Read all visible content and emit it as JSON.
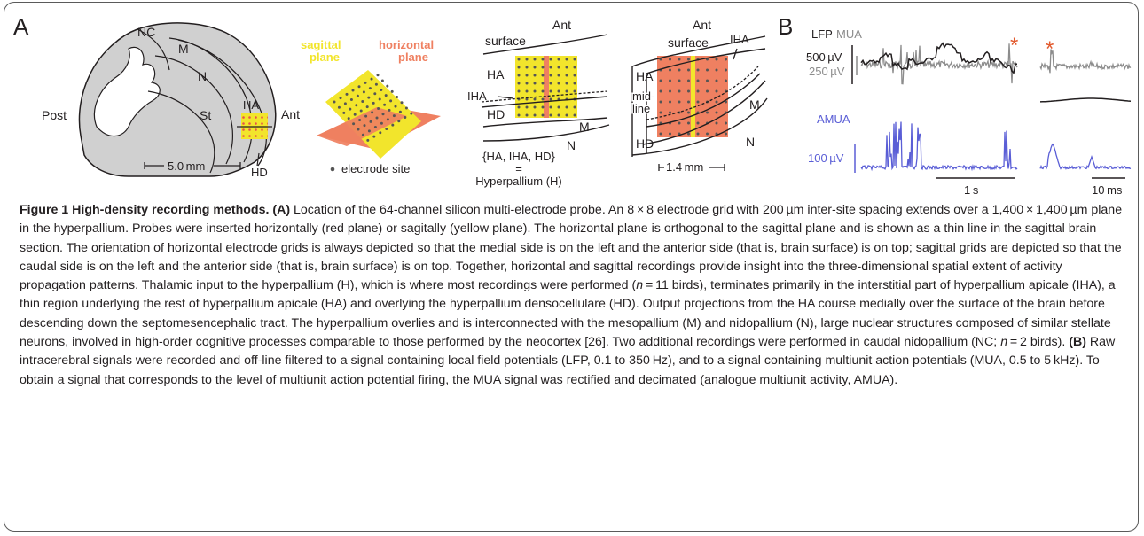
{
  "figure": {
    "panel_a": {
      "letter": "A",
      "brain": {
        "post": "Post",
        "ant": "Ant",
        "nc": "NC",
        "m": "M",
        "n": "N",
        "st": "St",
        "ha": "HA",
        "hd": "HD",
        "scale": "5.0 mm"
      },
      "planes": {
        "sagittal_line1": "sagittal",
        "sagittal_line2": "plane",
        "horizontal_line1": "horizontal",
        "horizontal_line2": "plane",
        "electrode_site": "electrode site"
      },
      "sagittal_grid": {
        "ant": "Ant",
        "surface": "surface",
        "ha": "HA",
        "iha": "IHA",
        "hd": "HD",
        "m": "M",
        "n": "N",
        "legend_line1": "{HA, IHA, HD}",
        "legend_line2": "=",
        "legend_line3": "Hyperpallium (H)"
      },
      "horizontal_grid": {
        "ant": "Ant",
        "surface": "surface",
        "iha": "IHA",
        "ha": "HA",
        "mid1": "mid-",
        "mid2": "line",
        "m": "M",
        "hd": "HD",
        "n": "N",
        "scale": "1.4 mm"
      }
    },
    "panel_b": {
      "letter": "B",
      "lfp": "LFP",
      "mua": "MUA",
      "lfp_scale": "500 µV",
      "mua_scale": "250 µV",
      "amua": "AMUA",
      "amua_scale": "100 µV",
      "time_scale_1": "1 s",
      "time_scale_2": "10 ms",
      "asterisk": "*"
    },
    "colors": {
      "yellow": "#f2e52c",
      "orange": "#ef8061",
      "red": "#e8534a",
      "blue": "#5a5ed6",
      "gray": "#8c8c8c",
      "brain": "#d0d0d0"
    }
  },
  "caption": {
    "title": "Figure 1 High-density recording methods.",
    "a_label": "(A)",
    "a_text1": " Location of the 64-channel silicon multi-electrode probe. An 8 × 8 electrode grid with 200 µm inter-site spacing extends over a 1,400 × 1,400 µm plane in the hyperpallium. Probes were inserted horizontally (red plane) or sagitally (yellow plane). The horizontal plane is orthogonal to the sagittal plane and is shown as a thin line in the sagittal brain section. The orientation of horizontal electrode grids is always depicted so that the medial side is on the left and the anterior side (that is, brain surface) is on top; sagittal grids are depicted so that the caudal side is on the left and the anterior side (that is, brain surface) is on top. Together, horizontal and sagittal recordings provide insight into the three-dimensional spatial extent of activity propagation patterns. Thalamic input to the hyperpallium (H), which is where most recordings were performed (",
    "n_var": "n",
    "a_text2": " = 11 birds), terminates primarily in the interstitial part of hyperpallium apicale (IHA), a thin region underlying the rest of hyperpallium apicale (HA) and overlying the hyperpallium densocellulare (HD). Output projections from the HA course medially over the surface of the brain before descending down the septomesencephalic tract. The hyperpallium overlies and is interconnected with the mesopallium (M) and nidopallium (N), large nuclear structures composed of similar stellate neurons, involved in high-order cognitive processes comparable to those performed by the neocortex [26]. Two additional recordings were performed in caudal nidopallium (NC; ",
    "n_var2": "n",
    "a_text3": " = 2 birds). ",
    "b_label": "(B)",
    "b_text": " Raw intracerebral signals were recorded and off-line filtered to a signal containing local field potentials (LFP, 0.1 to 350 Hz), and to a signal containing multiunit action potentials (MUA, 0.5 to 5 kHz). To obtain a signal that corresponds to the level of multiunit action potential firing, the MUA signal was rectified and decimated (analogue multiunit activity, AMUA)."
  }
}
